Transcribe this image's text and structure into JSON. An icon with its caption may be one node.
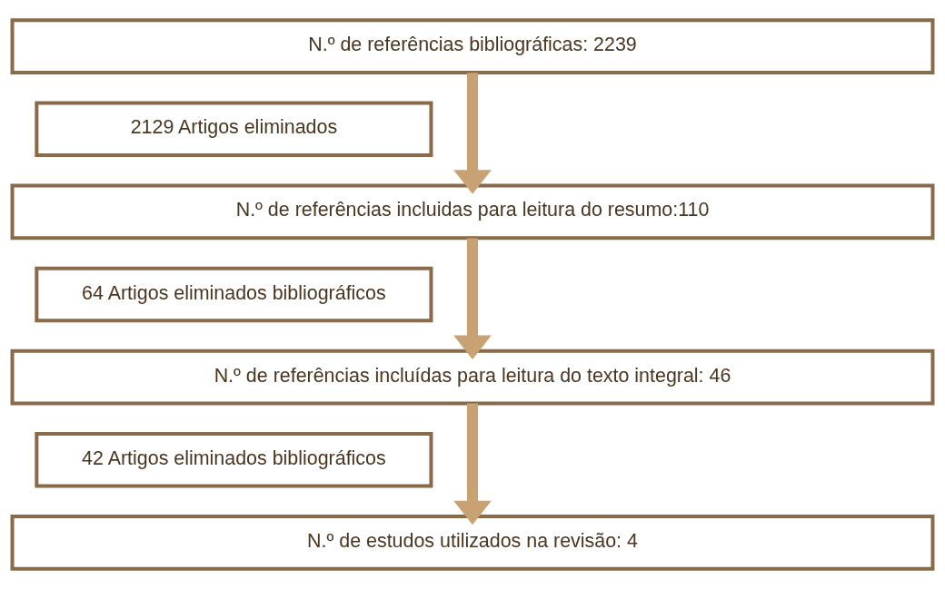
{
  "diagram": {
    "nodes": [
      {
        "text": [
          "N.º de referências bibliográficas: 2239"
        ]
      },
      {
        "text": [
          "2129 Artigos eliminados"
        ]
      },
      {
        "text": [
          "N.º de referências incluidas para leitura do resumo:110"
        ]
      },
      {
        "text": [
          "64 Artigos eliminados bibliográficos"
        ]
      },
      {
        "text": [
          "N.º de referências incluídas para leitura do texto integral: 46"
        ]
      },
      {
        "text": [
          "42 Artigos eliminados bibliográficos"
        ]
      },
      {
        "text": [
          "N.º de estudos utilizados na revisão: 4"
        ]
      }
    ],
    "edges": [
      {
        "from": 0,
        "to": 2,
        "arrow": "to"
      },
      {
        "from": 2,
        "to": 4,
        "arrow": "to"
      },
      {
        "from": 4,
        "to": 6,
        "arrow": "to"
      }
    ]
  }
}
